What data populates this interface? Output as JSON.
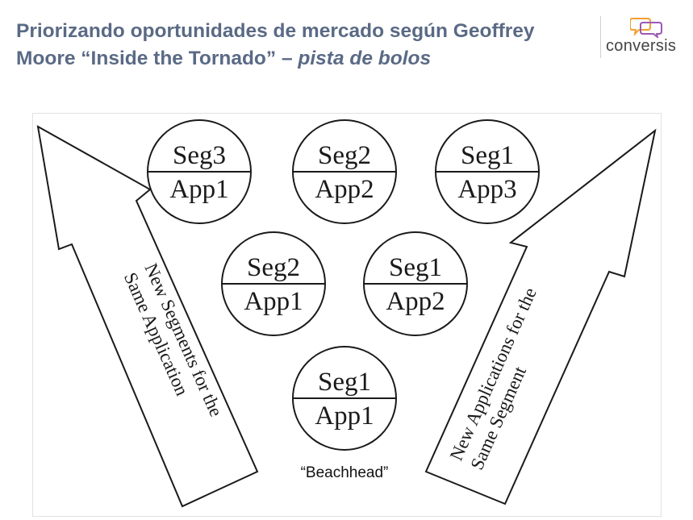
{
  "header": {
    "title_part1": "Priorizando oportunidades de mercado según Geoffrey",
    "title_part2": "Moore “Inside the Tornado” ",
    "title_dash": " – ",
    "title_italic": "pista de bolos"
  },
  "logo": {
    "text": "conversis",
    "colors": {
      "bubble_orange": "#f0a030",
      "bubble_purple": "#9b59b6"
    }
  },
  "pins": [
    {
      "segment": "Seg3",
      "application": "App1"
    },
    {
      "segment": "Seg2",
      "application": "App2"
    },
    {
      "segment": "Seg1",
      "application": "App3"
    },
    {
      "segment": "Seg2",
      "application": "App1"
    },
    {
      "segment": "Seg1",
      "application": "App2"
    },
    {
      "segment": "Seg1",
      "application": "App1"
    }
  ],
  "arrows": {
    "left_line1": "New Segments for the",
    "left_line2": "Same Application",
    "right_line1": "New Applications for the",
    "right_line2": "Same Segment"
  },
  "beachhead_label": "“Beachhead”",
  "colors": {
    "title": "#5a6a85",
    "stroke": "#1a1a1a"
  }
}
